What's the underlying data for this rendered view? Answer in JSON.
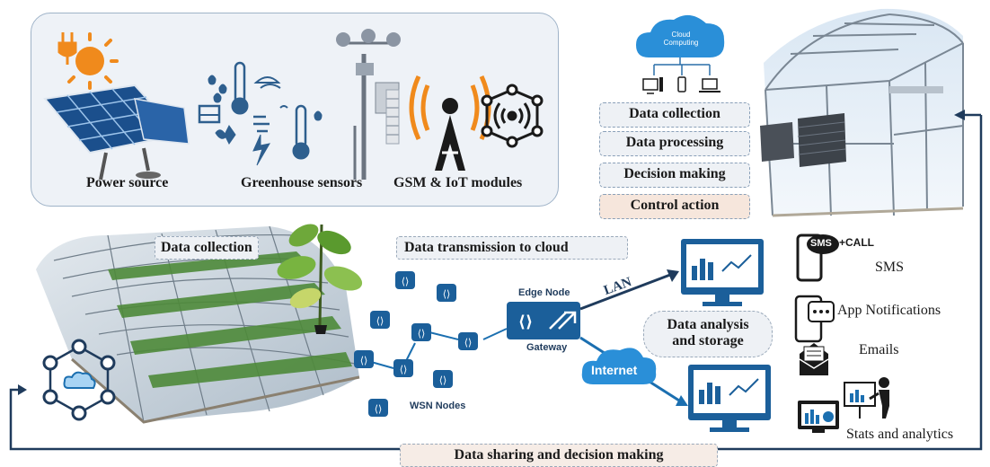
{
  "top_panel": {
    "power_label": "Power source",
    "sensors_label": "Greenhouse sensors",
    "gsm_label": "GSM & IoT modules"
  },
  "cloud": {
    "label": "Cloud Computing"
  },
  "pipeline_steps": [
    "Data collection",
    "Data processing",
    "Decision making",
    "Control action"
  ],
  "middle": {
    "data_collection_label": "Data collection",
    "transmission_label": "Data transmission to cloud",
    "wsn_label": "WSN Nodes",
    "edge_node_label": "Edge Node",
    "gateway_label": "Gateway",
    "lan_label": "LAN",
    "internet_label": "Internet",
    "analysis_label_line1": "Data analysis",
    "analysis_label_line2": "and storage"
  },
  "outputs": {
    "sms_call_badge": "SMS",
    "call_label": "+CALL",
    "sms_label": "SMS",
    "app_label": "App Notifications",
    "emails_label": "Emails",
    "stats_label": "Stats and analytics"
  },
  "bottom": {
    "sharing_label": "Data sharing and decision making"
  },
  "colors": {
    "accent_blue": "#1b6fb0",
    "dark_navy": "#1f3b5c",
    "orange": "#f08a1c",
    "panel_bg": "#eef2f7",
    "control_action_bg": "#f6e6dc"
  }
}
